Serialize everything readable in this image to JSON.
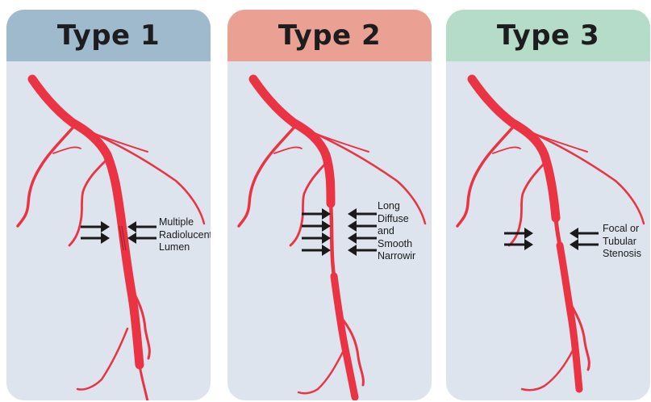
{
  "panels": [
    {
      "title": "Type 1",
      "header_color": "#9fb9cd",
      "label": "Multiple\nRadiolucent\nLumen"
    },
    {
      "title": "Type 2",
      "header_color": "#eaa193",
      "label": "Long\nDiffuse\nand\nSmooth\nNarrowir"
    },
    {
      "title": "Type 3",
      "header_color": "#b5dcc8",
      "label": "Focal or\nTubular\nStenosis"
    }
  ],
  "colors": {
    "vessel": "#ea3443",
    "panel_bg": "#dde4ee",
    "arrow": "#1a1a1a"
  }
}
